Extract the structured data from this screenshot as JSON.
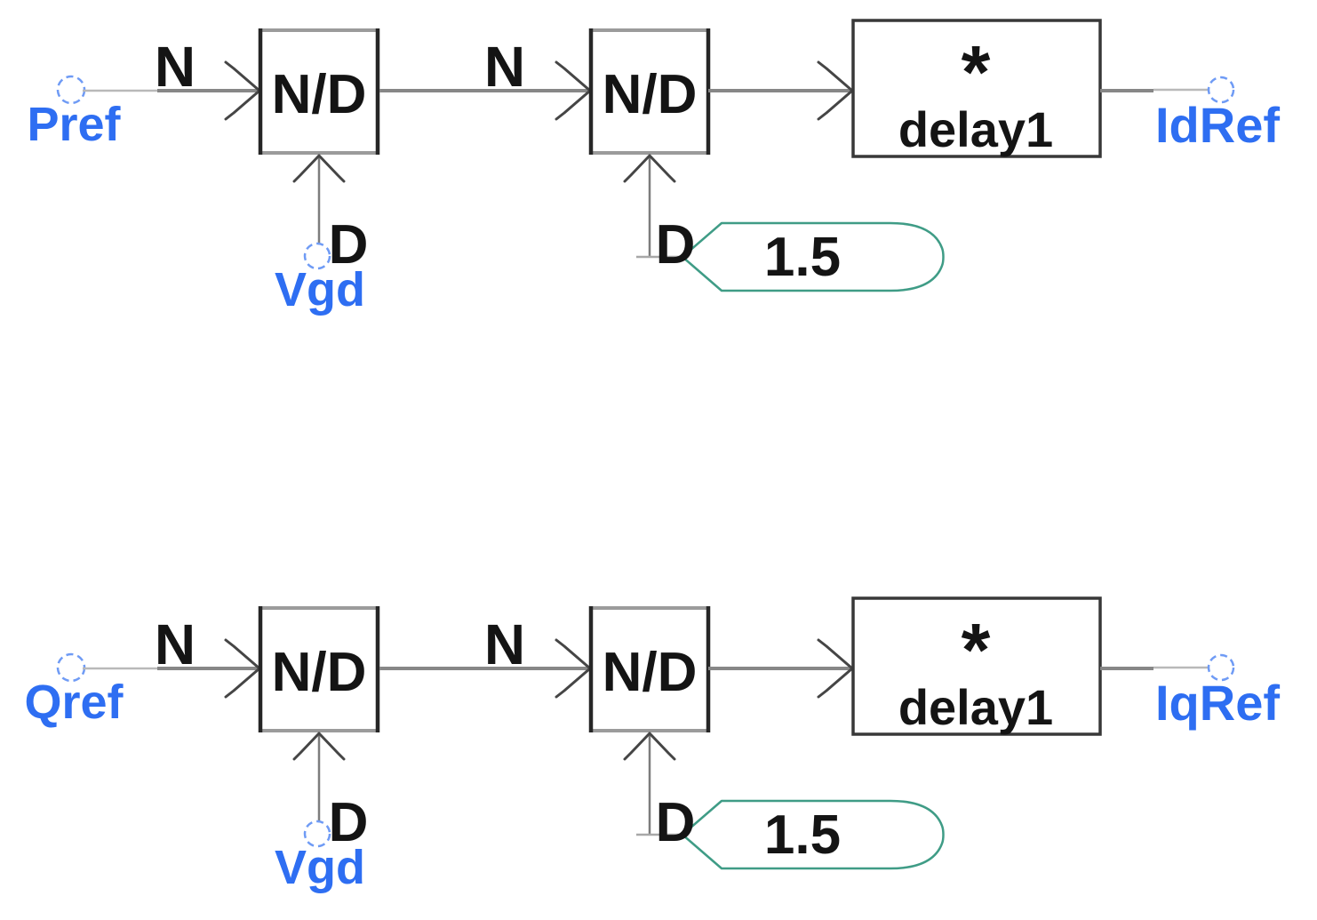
{
  "diagram": {
    "description": "Two identical divide-and-multiply signal chains computing current references from power references",
    "colors": {
      "background": "#ffffff",
      "label_blue": "#2e6ef2",
      "port_stroke": "#6f9bf5",
      "wire_gray": "#878787",
      "arrow_dark": "#454545",
      "block_border_gray": "#9b9b9b",
      "block_border_dark": "#262626",
      "multiplier_border": "#383838",
      "constant_teal": "#3f9c86",
      "text_black": "#141414"
    },
    "rows": [
      {
        "input_label": "Pref",
        "n_label_1": "N",
        "divider1_label": "N/D",
        "d_label_1": "D",
        "d_source_label": "Vgd",
        "n_label_2": "N",
        "divider2_label": "N/D",
        "d_label_2": "D",
        "constant_value": "1.5",
        "multiplier_symbol": "*",
        "multiplier_name": "delay1",
        "output_label": "IdRef"
      },
      {
        "input_label": "Qref",
        "n_label_1": "N",
        "divider1_label": "N/D",
        "d_label_1": "D",
        "d_source_label": "Vgd",
        "n_label_2": "N",
        "divider2_label": "N/D",
        "d_label_2": "D",
        "constant_value": "1.5",
        "multiplier_symbol": "*",
        "multiplier_name": "delay1",
        "output_label": "IqRef"
      }
    ]
  }
}
